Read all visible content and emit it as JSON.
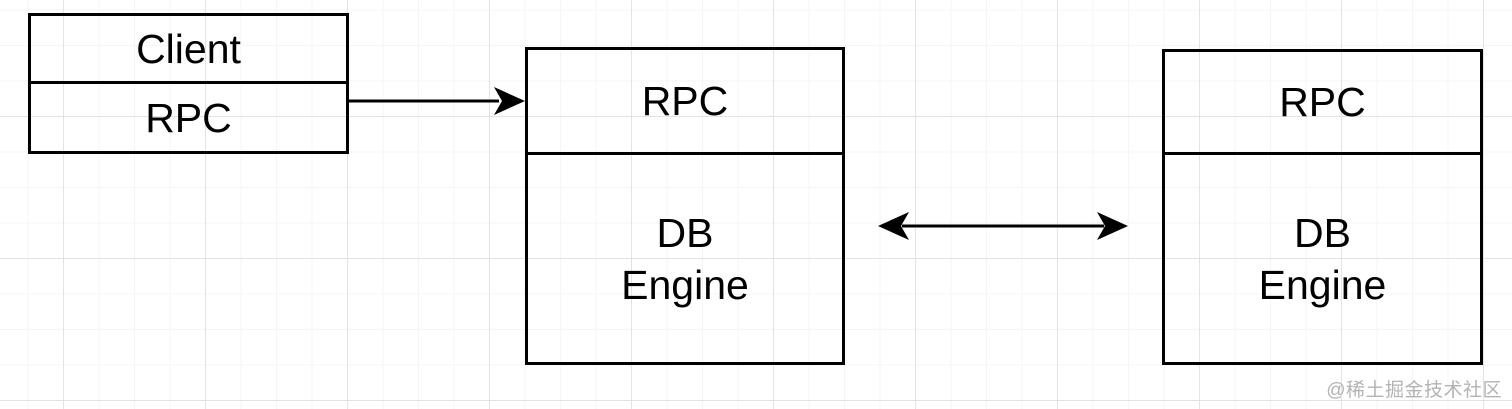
{
  "diagram": {
    "nodes": {
      "client": {
        "rows": [
          "Client",
          "RPC"
        ]
      },
      "db1": {
        "header": "RPC",
        "body_lines": [
          "DB",
          "Engine"
        ]
      },
      "db2": {
        "header": "RPC",
        "body_lines": [
          "DB",
          "Engine"
        ]
      }
    },
    "edges": [
      {
        "from": "client",
        "to": "db1",
        "style": "single-headed-arrow",
        "direction": "right"
      },
      {
        "from": "db1",
        "to": "db2",
        "style": "double-headed-arrow",
        "direction": "both"
      }
    ],
    "watermark": "@稀土掘金技术社区",
    "colors": {
      "stroke": "#000000",
      "text": "#000000",
      "canvas": "#ffffff",
      "grid_minor": "#f5f5f5",
      "grid_major": "#e3e3e3",
      "watermark": "#b3b3b3"
    }
  }
}
